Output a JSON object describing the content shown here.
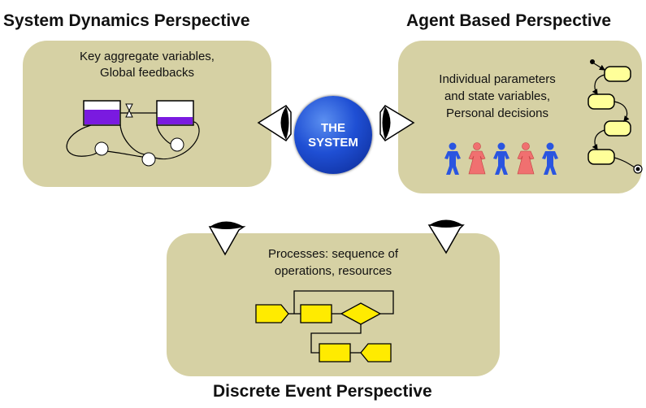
{
  "perspectives": {
    "system_dynamics": {
      "title": "System Dynamics Perspective",
      "line1": "Key aggregate variables,",
      "line2": "Global feedbacks"
    },
    "agent_based": {
      "title": "Agent Based Perspective",
      "line1": "Individual parameters",
      "line2": "and state variables,",
      "line3": "Personal decisions"
    },
    "discrete_event": {
      "title": "Discrete Event Perspective",
      "line1": "Processes: sequence of",
      "line2": "operations, resources"
    }
  },
  "center": {
    "line1": "THE",
    "line2": "SYSTEM"
  },
  "colors": {
    "panel": "#d6d1a4",
    "stock_fill": "#7a1ae0",
    "agent_blue": "#2a55e0",
    "agent_pink": "#f07070",
    "block_yellow": "#ffeb00",
    "state_yellow": "#ffff99",
    "sphere_blue": "#1f4fd4"
  },
  "icons": [
    "eye-icon",
    "stock-icon",
    "valve-icon",
    "person-icon",
    "statechart-icon",
    "flowchart-block-icon"
  ]
}
